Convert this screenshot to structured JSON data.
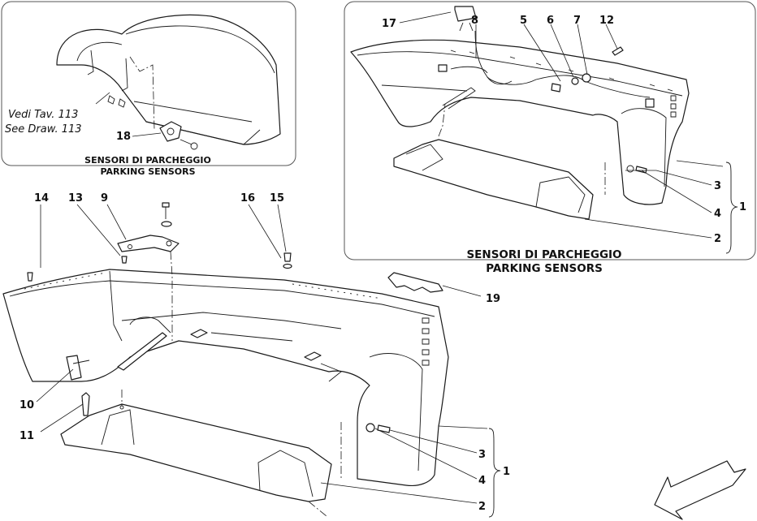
{
  "reference": {
    "line1": "Vedi Tav. 113",
    "line2": "See Draw. 113"
  },
  "inset_left": {
    "caption_it": "SENSORI DI PARCHEGGIO",
    "caption_en": "PARKING SENSORS",
    "callouts": [
      "18"
    ]
  },
  "inset_right": {
    "caption_it": "SENSORI DI PARCHEGGIO",
    "caption_en": "PARKING SENSORS",
    "callouts": [
      "17",
      "8",
      "5",
      "6",
      "7",
      "12",
      "3",
      "4",
      "1",
      "2"
    ]
  },
  "main": {
    "callouts": [
      "14",
      "13",
      "9",
      "16",
      "15",
      "19",
      "10",
      "11",
      "3",
      "4",
      "1",
      "2"
    ]
  }
}
